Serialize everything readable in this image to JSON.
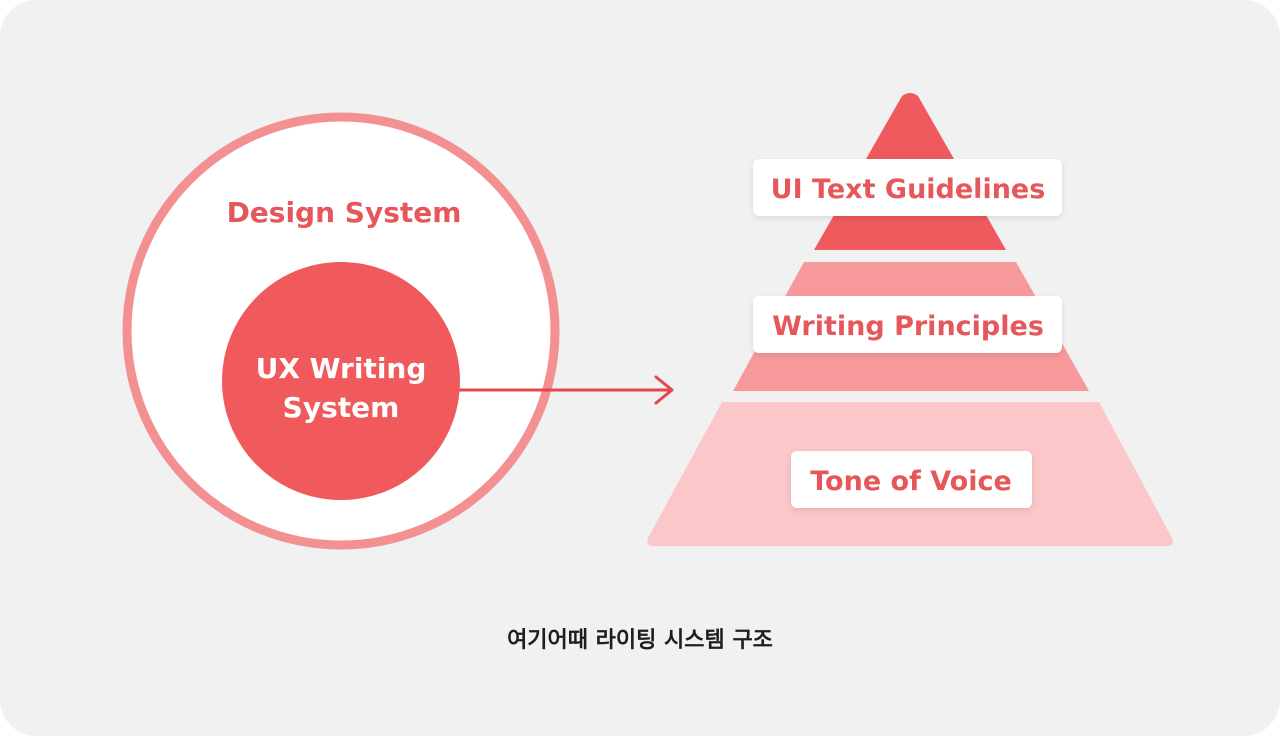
{
  "colors": {
    "background": "#f1f1f1",
    "outer_ring": "#f39092",
    "outer_fill": "#ffffff",
    "inner_circle": "#f05a5d",
    "accent_text": "#e5575b",
    "inner_text": "#ffffff",
    "arrow": "#e0484d",
    "pyramid_top": "#ee5a5e",
    "pyramid_middle": "#f7999b",
    "pyramid_bottom": "#fbc7c8",
    "label_card": "#ffffff",
    "caption_text": "#1e1e1e"
  },
  "design_system": {
    "label": "Design System"
  },
  "ux_writing_system": {
    "line1": "UX Writing",
    "line2": "System"
  },
  "pyramid": {
    "levels": [
      {
        "label": "UI Text Guidelines"
      },
      {
        "label": "Writing Principles"
      },
      {
        "label": "Tone of Voice"
      }
    ]
  },
  "caption": "여기어때 라이팅 시스템 구조"
}
